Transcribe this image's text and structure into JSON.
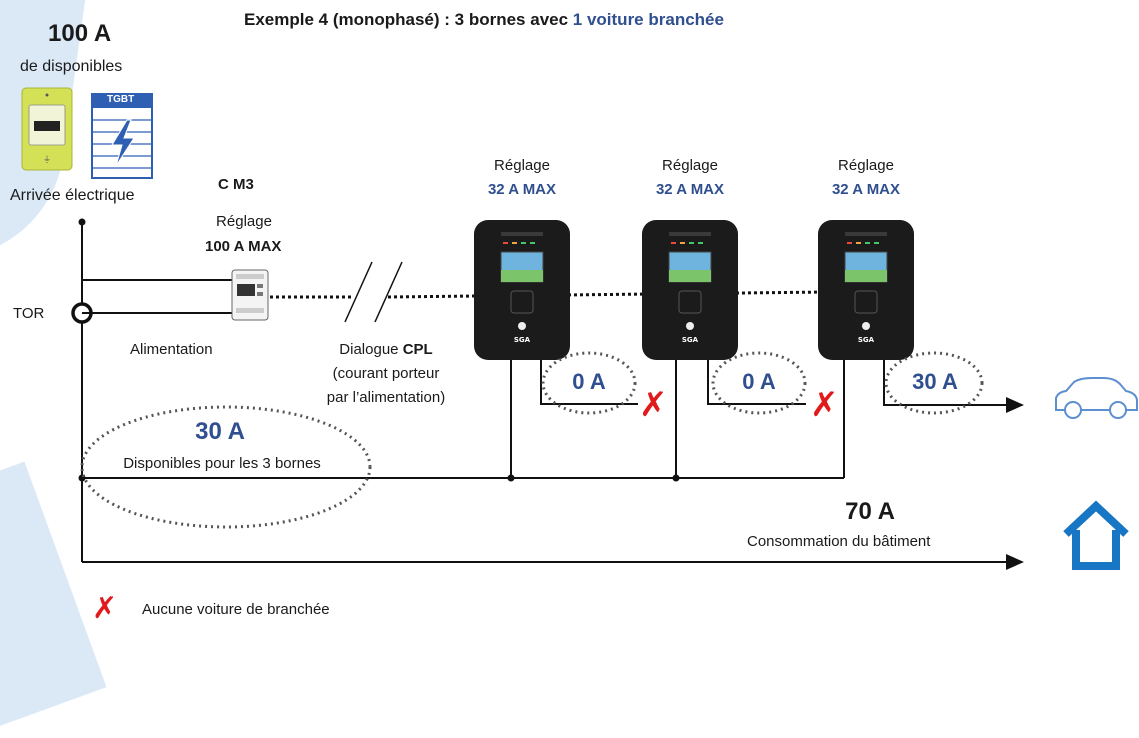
{
  "title": {
    "prefix": "Exemple 4 (monophasé) : 3 bornes avec ",
    "highlight": "1 voiture branchée"
  },
  "supply": {
    "amount": "100 A",
    "label": "de disponibles",
    "arrival_label": "Arrivée électrique",
    "panel_label": "TGBT"
  },
  "meter": {
    "name": "C M3",
    "setting_label": "Réglage",
    "setting_value": "100 A MAX"
  },
  "tor_label": "TOR",
  "alimentation_label": "Alimentation",
  "dialogue": {
    "prefix": "Dialogue ",
    "bold": "CPL",
    "line2": "(courant porteur",
    "line3": "par l’alimentation)"
  },
  "stations": [
    {
      "setting_label": "Réglage",
      "setting_value": "32 A MAX",
      "current": "0 A",
      "brand": "SGA"
    },
    {
      "setting_label": "Réglage",
      "setting_value": "32 A MAX",
      "current": "0 A",
      "brand": "SGA"
    },
    {
      "setting_label": "Réglage",
      "setting_value": "32 A MAX",
      "current": "30 A",
      "brand": "SGA"
    }
  ],
  "available": {
    "amount": "30 A",
    "label": "Disponibles pour les 3 bornes"
  },
  "building": {
    "amount": "70 A",
    "label": "Consommation du bâtiment"
  },
  "legend": {
    "cross_label": "Aucune voiture de branchée"
  },
  "icons": {
    "car": "car-icon",
    "house": "house-icon",
    "cross": "cross-icon",
    "lightning": "lightning-icon"
  },
  "colors": {
    "accent_blue": "#2f4f8f",
    "cross_red": "#e11b1b",
    "house_blue": "#1877c5",
    "car_blue": "#5b8fd0",
    "meter_yellow": "#d4e157"
  }
}
